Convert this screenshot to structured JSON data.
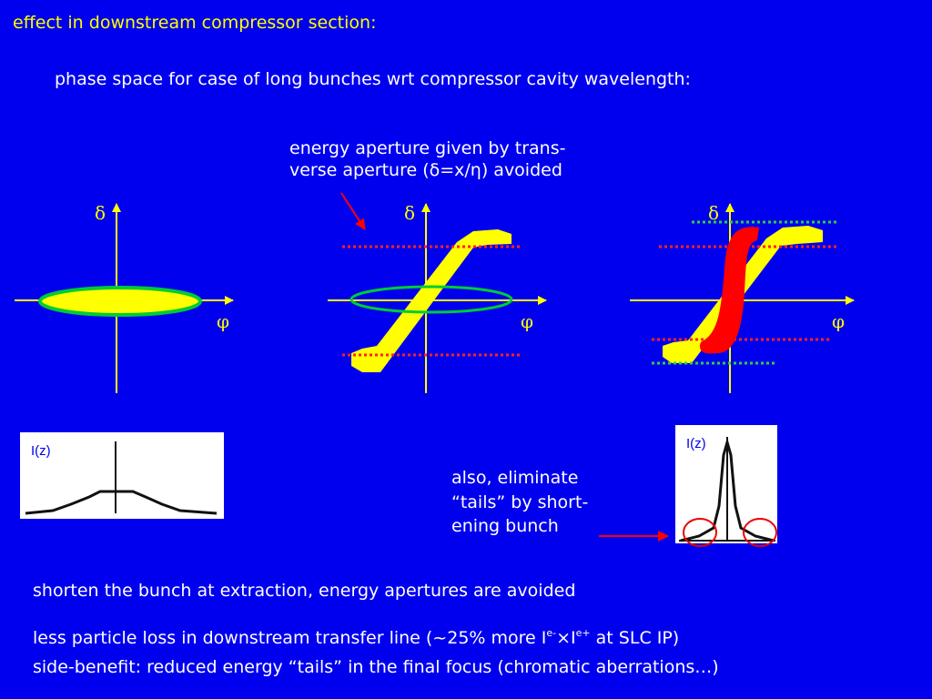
{
  "slide": {
    "title": "effect in downstream compressor section:",
    "subtitle": "phase space for case of long bunches wrt compressor cavity wavelength:",
    "aperture_note": {
      "line1": "energy aperture given by trans-",
      "line2_prefix": "verse aperture (",
      "line2_formula": "δ=x/η",
      "line2_suffix": ") avoided"
    },
    "tails_note": {
      "line1": "also, eliminate",
      "line2": "“tails” by short-",
      "line3": "ening bunch"
    },
    "shorten_note": "shorten the bunch at extraction, energy apertures are avoided",
    "benefit_1": {
      "prefix": "less particle loss in downstream transfer line (~25% more I",
      "sup1": "e-",
      "times": "×",
      "mid": "I",
      "sup2": "e+",
      "suffix": " at SLC IP)"
    },
    "benefit_2": "side-benefit: reduced energy “tails” in the final focus (chromatic aberrations…)"
  },
  "plots": {
    "y_axis_symbol": "δ",
    "x_axis_symbol": "φ",
    "profile_label": "I(z)"
  },
  "colors": {
    "background": "#0000ee",
    "axis": "#ffff00",
    "bunch": "#ffff00",
    "ellipse_outline": "#00cc33",
    "aperture_line": "#ff2222",
    "green_limit": "#33cc44",
    "compressed_bunch": "#ff0000",
    "arrow": "#ff0000"
  }
}
